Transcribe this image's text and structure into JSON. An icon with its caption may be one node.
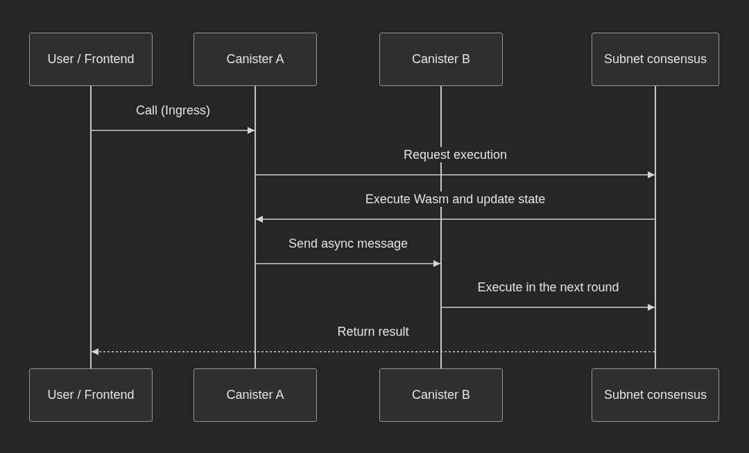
{
  "diagram": {
    "nodes": [
      {
        "text": [
          "User / Frontend"
        ]
      },
      {
        "text": [
          "Canister A"
        ]
      },
      {
        "text": [
          "Canister B"
        ]
      },
      {
        "text": [
          "Subnet consensus"
        ]
      },
      {
        "text": [
          "User / Frontend"
        ]
      },
      {
        "text": [
          "Canister A"
        ]
      },
      {
        "text": [
          "Canister B"
        ]
      },
      {
        "text": [
          "Subnet consensus"
        ]
      },
      {
        "text": [],
        "shape": "bar"
      },
      {
        "text": [],
        "shape": "bar"
      },
      {
        "text": [],
        "shape": "bar"
      },
      {
        "text": [],
        "shape": "bar"
      }
    ],
    "edges": [
      {
        "from": 8,
        "to": 9,
        "arrow": "to",
        "label": "Call (Ingress)"
      },
      {
        "from": 9,
        "to": 11,
        "arrow": "to",
        "label": "Request execution"
      },
      {
        "from": 11,
        "to": 9,
        "arrow": "to",
        "label": "Execute Wasm and update state"
      },
      {
        "from": 9,
        "to": 10,
        "arrow": "to",
        "label": "Send async message"
      },
      {
        "from": 10,
        "to": 11,
        "arrow": "to",
        "label": "Execute in the next round"
      },
      {
        "from": 11,
        "to": 8,
        "arrow": "to",
        "label": "Return result",
        "style": "dashed"
      }
    ]
  }
}
